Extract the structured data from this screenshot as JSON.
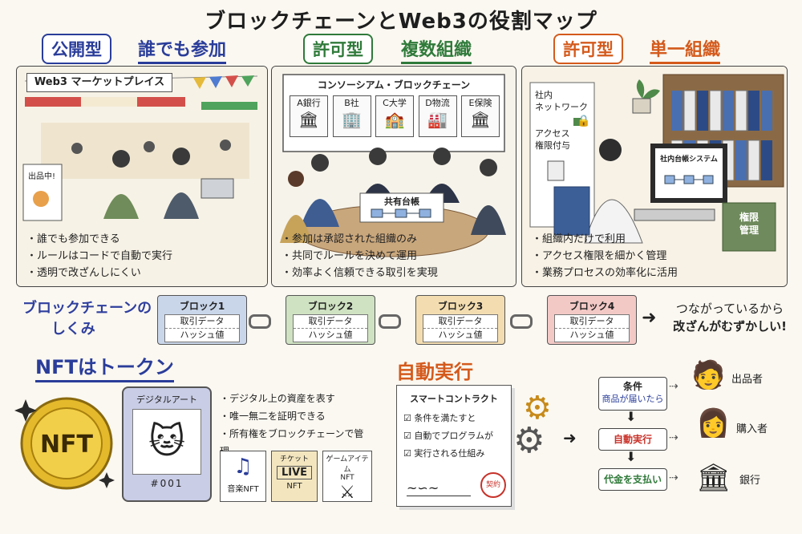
{
  "title": "ブロックチェーンとWeb3の役割マップ",
  "sections": {
    "public": {
      "tag": "公開型",
      "subtitle": "誰でも参加",
      "color": "#2a3d9a",
      "banner": "Web3 マーケットプレイス",
      "sign": "出品中!",
      "bullets": [
        "誰でも参加できる",
        "ルールはコードで自動で実行",
        "透明で改ざんしにくい"
      ]
    },
    "consortium": {
      "tag": "許可型",
      "subtitle": "複数組織",
      "color": "#2f7a3a",
      "board_title": "コンソーシアム・ブロックチェーン",
      "orgs": [
        "A銀行",
        "B社",
        "C大学",
        "D物流",
        "E保険"
      ],
      "ledger": "共有台帳",
      "bullets": [
        "参加は承認された組織のみ",
        "共同でルールを決めて運用",
        "効率よく信頼できる取引を実現"
      ]
    },
    "private": {
      "tag": "許可型",
      "subtitle": "単一組織",
      "color": "#d45a1c",
      "wall_line1": "社内",
      "wall_line2": "ネットワーク",
      "access_line1": "アクセス",
      "access_line2": "権限付与",
      "screen": "社内台帳システム",
      "book_line1": "権限",
      "book_line2": "管理",
      "bullets": [
        "組織内だけで利用",
        "アクセス権限を細かく管理",
        "業務プロセスの効率化に活用"
      ]
    }
  },
  "chain": {
    "heading_line1": "ブロックチェーンの",
    "heading_line2": "しくみ",
    "blocks": [
      {
        "name": "ブロック1",
        "data": "取引データ",
        "hash": "ハッシュ値",
        "color": "#c9d6ea"
      },
      {
        "name": "ブロック2",
        "data": "取引データ",
        "hash": "ハッシュ値",
        "color": "#cfe2c2"
      },
      {
        "name": "ブロック3",
        "data": "取引データ",
        "hash": "ハッシュ値",
        "color": "#f3ddb0"
      },
      {
        "name": "ブロック4",
        "data": "取引データ",
        "hash": "ハッシュ値",
        "color": "#f3c9c6"
      }
    ],
    "note_line1": "つながっているから",
    "note_line2": "改ざんがむずかしい!"
  },
  "nft": {
    "heading": "NFTはトークン",
    "coin": "NFT",
    "card_title": "デジタルアート",
    "card_number": "#001",
    "bullets": [
      "デジタル上の資産を表す",
      "唯一無二を証明できる",
      "所有権をブロックチェーンで管理"
    ],
    "examples": {
      "music": "音楽NFT",
      "ticket_title": "チケット",
      "ticket_live": "LIVE",
      "ticket_nft": "NFT",
      "game_line1": "ゲームアイテム",
      "game_line2": "NFT"
    }
  },
  "automation": {
    "heading": "自動実行",
    "doc_title": "スマートコントラクト",
    "conditions": [
      "条件を満たすと",
      "自動でプログラムが",
      "実行される仕組み"
    ],
    "seal": "契約",
    "flow": {
      "condition_title": "条件",
      "condition_detail": "商品が届いたら",
      "execute": "自動実行",
      "pay": "代金を支払い"
    },
    "actors": [
      "出品者",
      "購入者",
      "銀行"
    ]
  }
}
